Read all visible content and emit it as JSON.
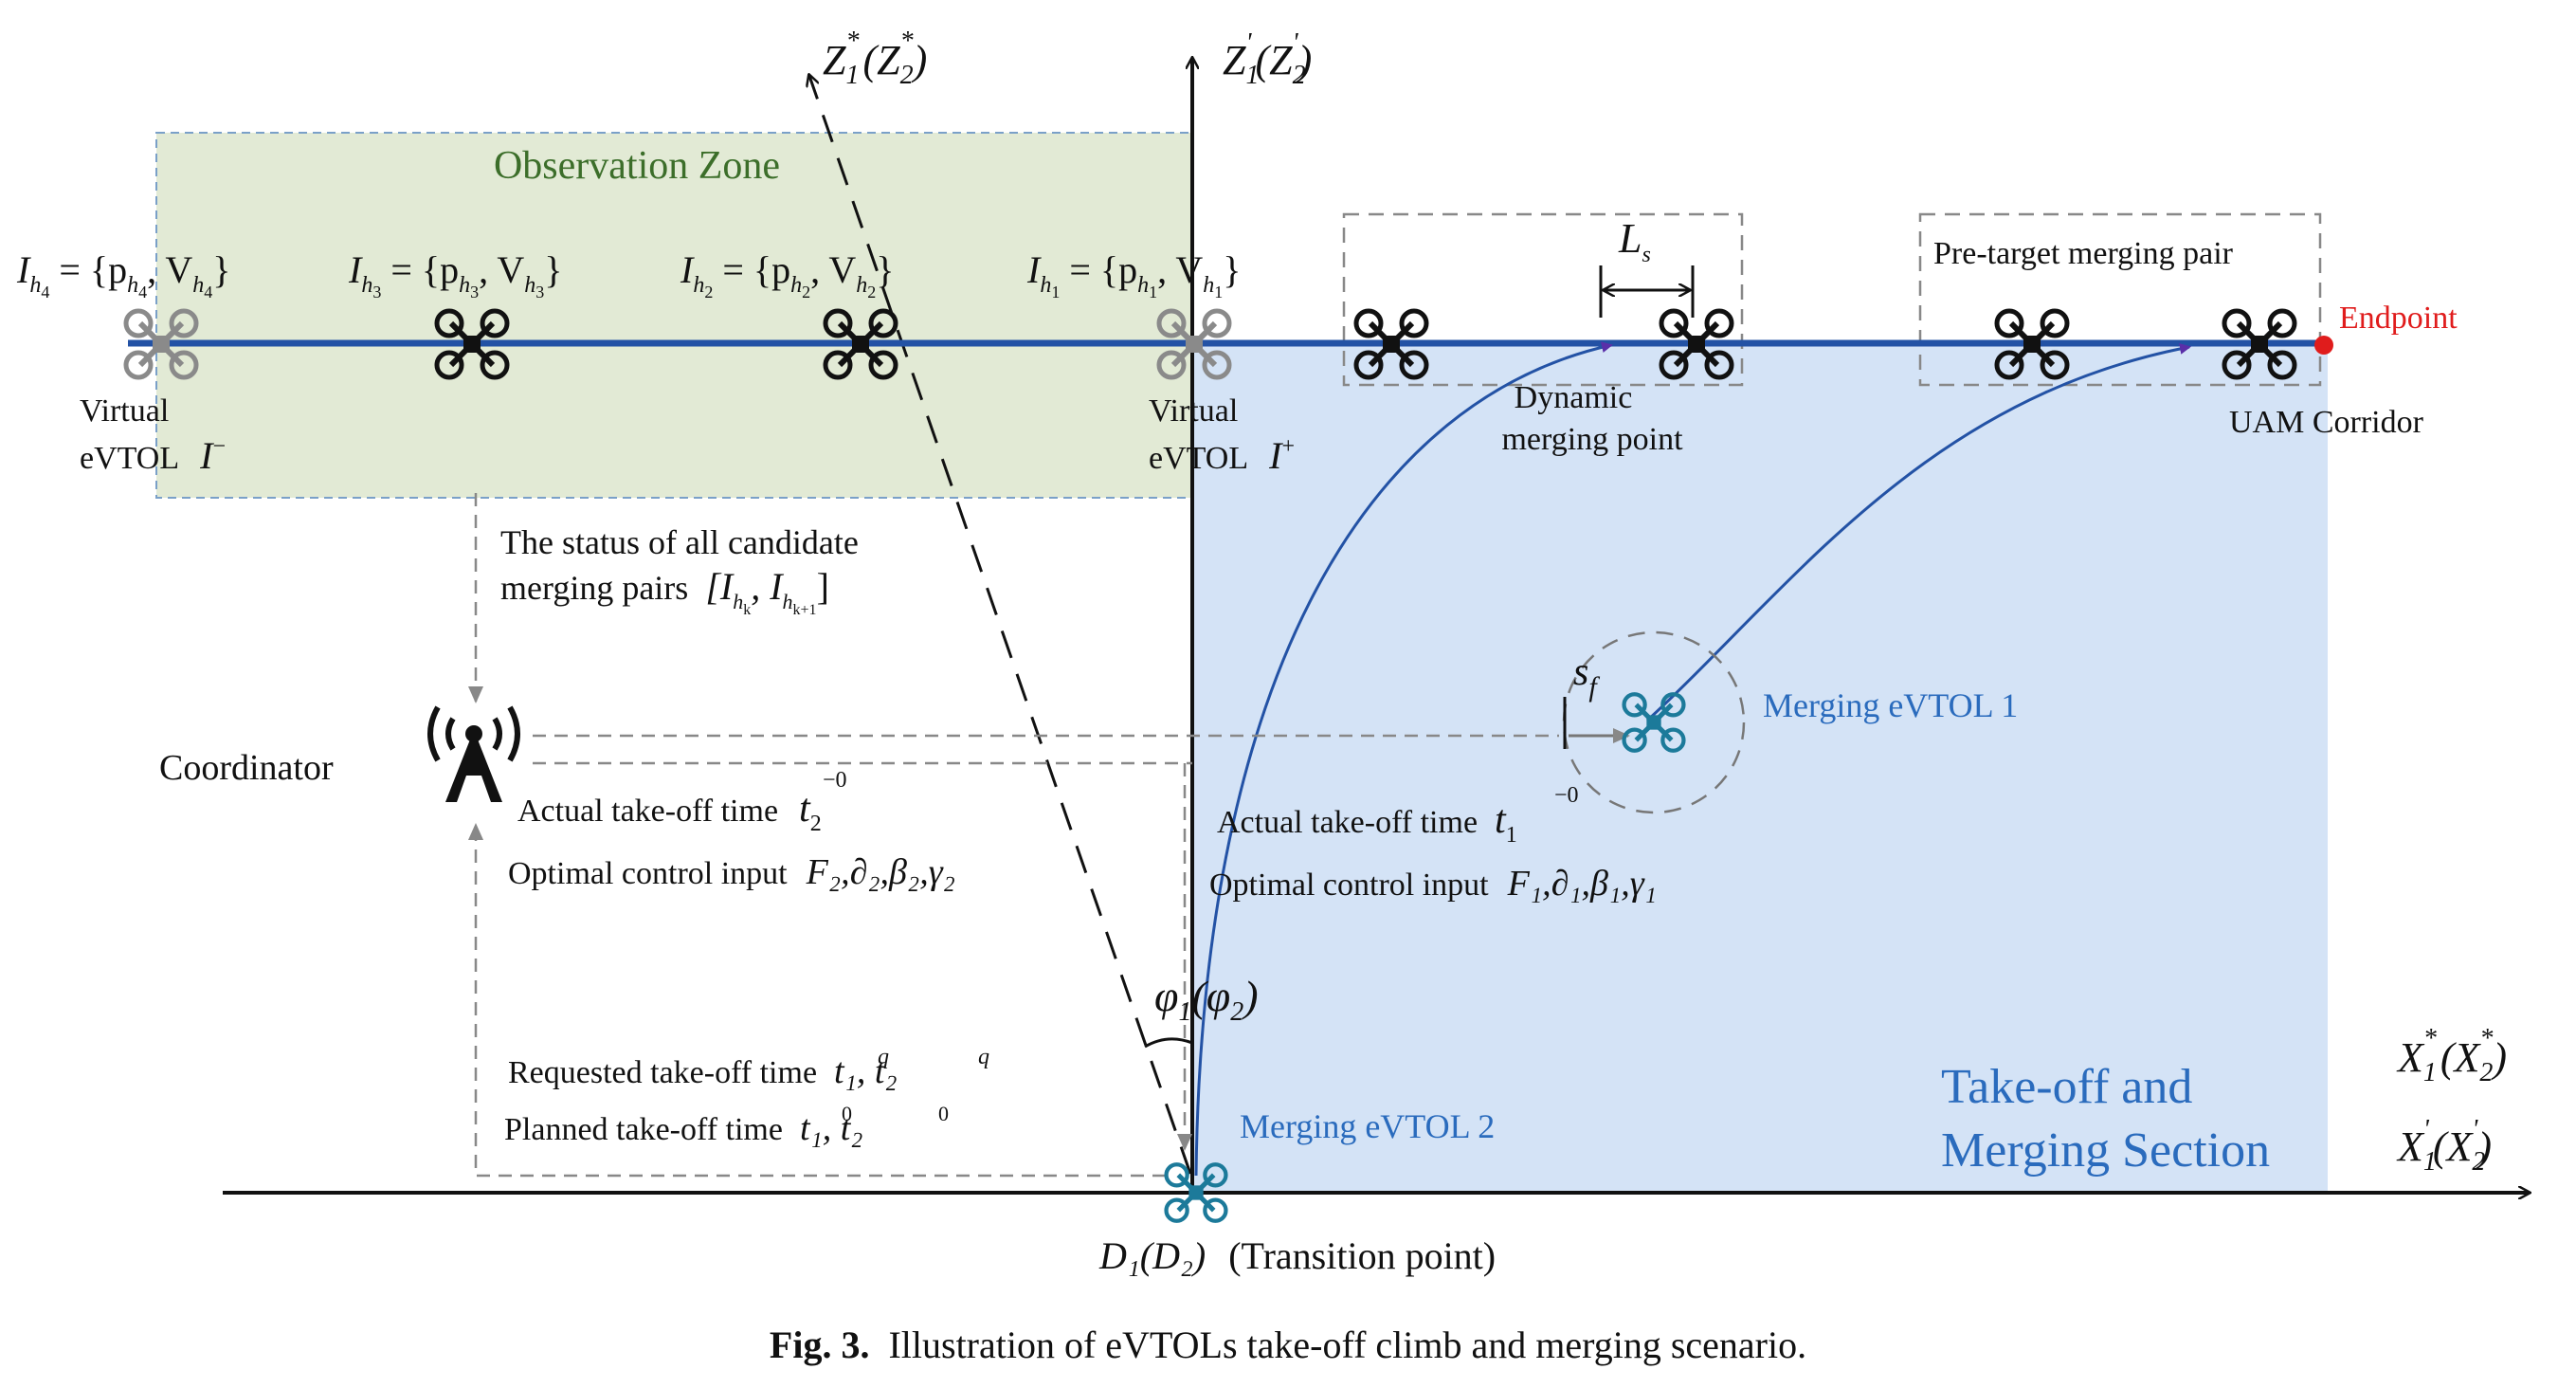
{
  "figure": {
    "caption_prefix": "Fig. 3.",
    "caption_text": "Illustration of eVTOLs take-off climb and merging scenario."
  },
  "zones": {
    "observation": "Observation Zone",
    "section_line1": "Take-off and",
    "section_line2": "Merging Section"
  },
  "axes": {
    "x_star": "X",
    "x_star_sub": "1",
    "x_star_paren": "(X",
    "x_star_paren_sub": "2",
    "x_prime": "X",
    "x_prime_sub": "1",
    "x_prime_paren": "(X",
    "x_prime_paren_sub": "2",
    "z_prime": "Z",
    "z_prime_sub": "1",
    "z_prime_paren": "(Z",
    "z_prime_paren_sub": "2",
    "z_star": "Z",
    "z_star_sub": "1",
    "z_star_paren": "(Z",
    "z_star_paren_sub": "2",
    "phi_main": "φ",
    "phi_sub": "1",
    "phi_paren": "(φ",
    "phi_paren_sub": "2"
  },
  "corridor_labels": {
    "h4_I": "I",
    "h4_sub": "h",
    "h4_subsub": "4",
    "h4_rest": " = {p",
    "h4_V": ", V",
    "h3_I": "I",
    "h3_rest": " = {p",
    "h3_V": ", V",
    "h2_I": "I",
    "h2_rest": " = {p",
    "h2_V": ", V",
    "h1_I": "I",
    "h1_rest": " = {p",
    "h1_V": ", V",
    "n4": "4",
    "n3": "3",
    "n2": "2",
    "n1": "1",
    "h": "h",
    "close": "}",
    "virtual_left_1": "Virtual",
    "virtual_left_2": "eVTOL",
    "i_minus": "I",
    "i_minus_sup": "−",
    "virtual_right_1": "Virtual",
    "virtual_right_2": "eVTOL",
    "i_plus": "I",
    "i_plus_sup": "+",
    "dynamic_1": "Dynamic",
    "dynamic_2": "merging point",
    "ls": "L",
    "ls_sub": "s",
    "pre_target": "Pre-target merging pair",
    "endpoint": "Endpoint",
    "uam": "UAM Corridor"
  },
  "coordinator": {
    "label": "Coordinator",
    "status_1": "The status of all candidate",
    "status_2": "merging pairs",
    "status_formula_a": "[I",
    "status_formula_b": ", I",
    "status_formula_c": "]",
    "hk": "h",
    "k": "k",
    "k1": "k+1",
    "actual2": "Actual take-off time",
    "t2": "t",
    "t2_sub": "2",
    "t_bar": "−0",
    "optimal2": "Optimal control input",
    "optimal2_formula": "F₂,∂₂,β₂,γ₂",
    "requested": "Requested take-off time",
    "requested_formula": "t₁, t₂",
    "q": "q",
    "planned": "Planned take-off time",
    "planned_formula": "t₁, t₂",
    "zero": "0"
  },
  "merging1": {
    "label": "Merging eVTOL 1",
    "sf": "s",
    "sf_sub": "f",
    "actual1": "Actual take-off time",
    "t1": "t",
    "t1_sub": "1",
    "t_bar": "−0",
    "optimal1": "Optimal control input",
    "optimal1_formula": "F₁,∂₁,β₁,γ₁"
  },
  "merging2": {
    "label": "Merging eVTOL 2",
    "transition_formula": "D₁(D₂)",
    "transition_text": "(Transition point)"
  },
  "colors": {
    "observation_fill": "#e2ead5",
    "section_fill": "#d4e3f6",
    "corridor": "#2352a5",
    "trajectory": "#2352a5",
    "teal_drone": "#1c7a9a",
    "endpoint": "#e01c1c",
    "blue_text": "#2a6bbd",
    "green_text": "#3c6e2a"
  },
  "icons": {
    "drone": "quadcopter-icon",
    "antenna": "antenna-tower-icon"
  }
}
